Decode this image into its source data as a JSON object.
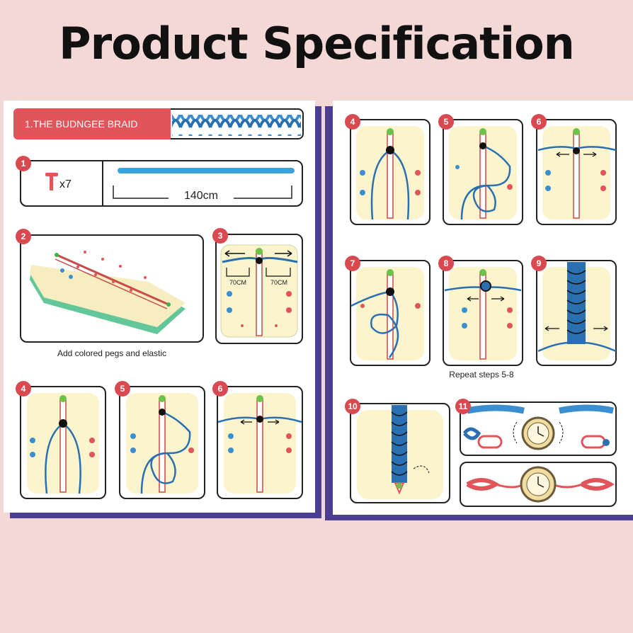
{
  "header": {
    "title": "Product Specification"
  },
  "left_sheet": {
    "banner_label": "1.THE BUDNGEE BRAID",
    "pegs_count_label": "x7",
    "length_label": "140cm",
    "step3_left_label": "70CM",
    "step3_right_label": "70CM",
    "board_caption": "Add colored pegs and elastic",
    "steps": [
      "1",
      "2",
      "3",
      "4",
      "5",
      "6"
    ]
  },
  "right_sheet": {
    "repeat_caption": "Repeat steps 5-8",
    "steps": [
      "4",
      "5",
      "6",
      "7",
      "8",
      "9",
      "10",
      "11"
    ]
  },
  "colors": {
    "background": "#f4d8d6",
    "accent_red": "#e0545a",
    "cord_blue": "#3b8fd0",
    "board_cream": "#fbf4cd",
    "sheet_shadow": "#4b3d91"
  }
}
